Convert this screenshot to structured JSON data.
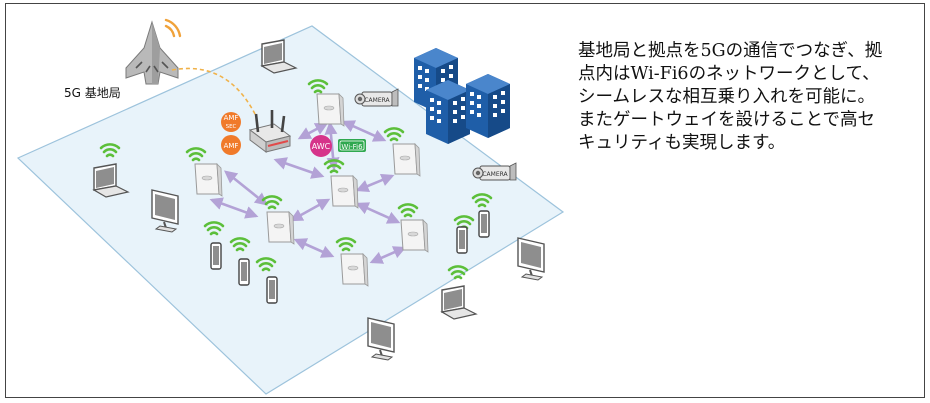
{
  "labels": {
    "base_station": "5G 基地局",
    "amf_sec": "AMF",
    "amf_sec_sub": "SEC",
    "amf": "AMF",
    "awc": "AWC",
    "wifi6": "Wi-Fi6",
    "camera": "CAMERA"
  },
  "description": {
    "lines": [
      "基地局と拠点を5Gの通信でつなぎ、拠",
      "点内はWi-Fi6のネットワークとして、",
      "シームレスな相互乗り入れを可能に。",
      "またゲートウェイを設けることで高セ",
      "キュリティも実現します。"
    ]
  },
  "colors": {
    "floor": "#e8f3fa",
    "floor_edge": "#9dc3dc",
    "link": "#b3a2d6",
    "wifi": "#5cbf3a",
    "amf": "#f07a2a",
    "awc": "#d6348a",
    "building": "#1f5ea8",
    "dashed": "#f0b24a"
  }
}
